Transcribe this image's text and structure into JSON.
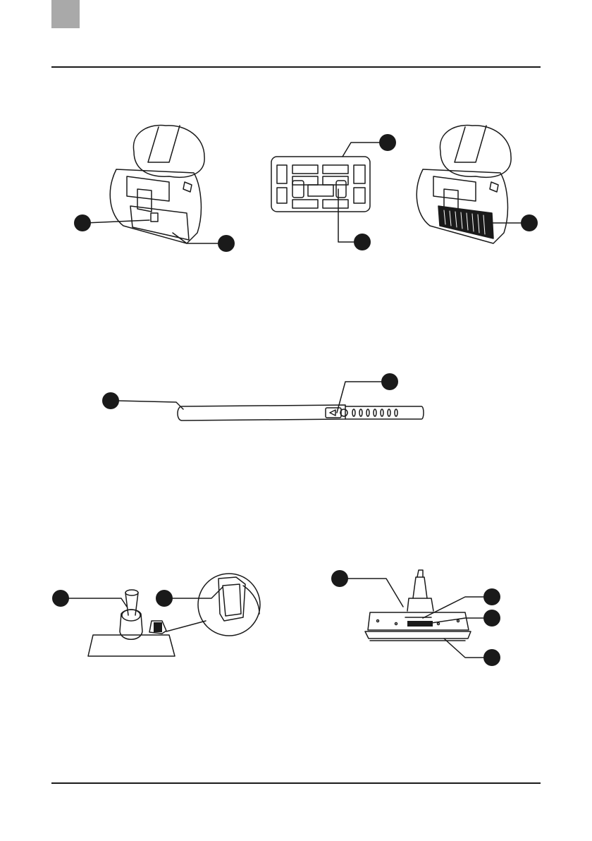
{
  "page": {
    "header_tab_color": "#a9a9a9",
    "line_color": "#1a1a1a",
    "callout_color": "#1a1a1a"
  },
  "figures": [
    {
      "name": "canister-with-cover",
      "callouts": 2
    },
    {
      "name": "filter-panel",
      "callouts": 2
    },
    {
      "name": "canister-filter-exposed",
      "callouts": 1
    },
    {
      "name": "telescopic-tube",
      "callouts": 2
    },
    {
      "name": "floor-nozzle",
      "callouts": 2
    },
    {
      "name": "turbo-brush",
      "callouts": 4
    }
  ]
}
